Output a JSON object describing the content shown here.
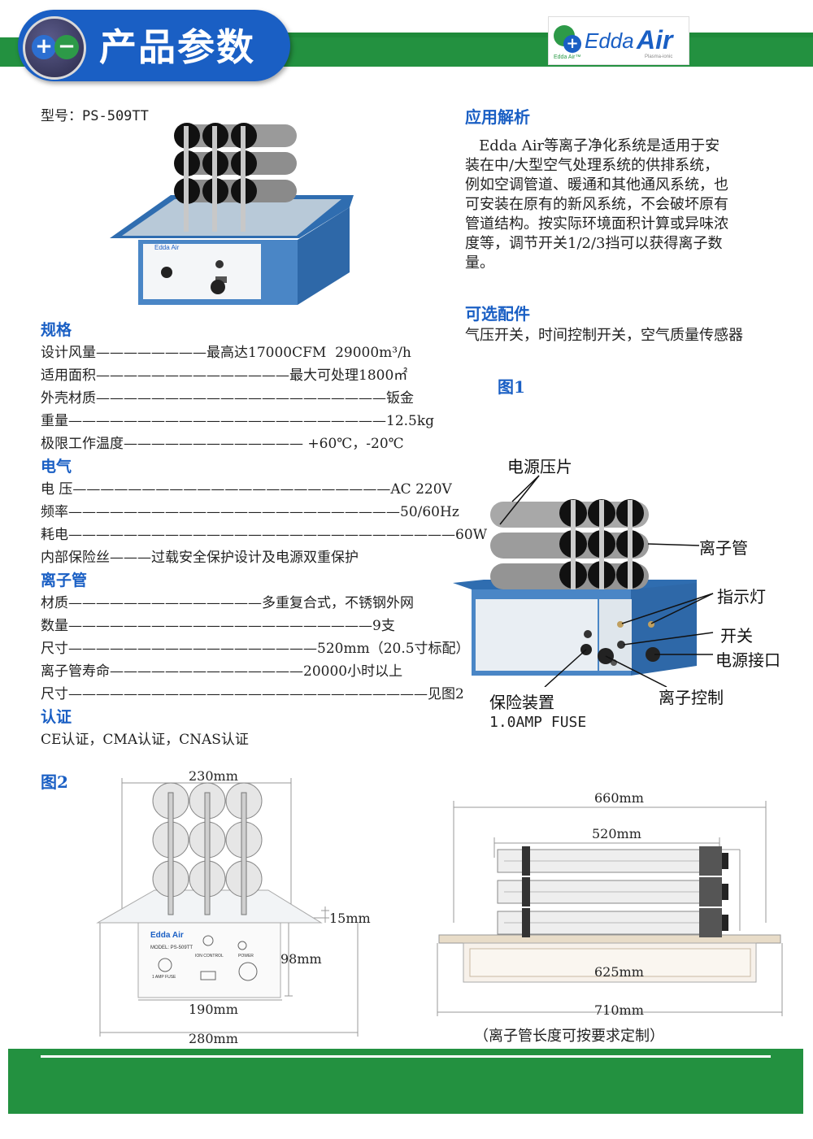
{
  "header": {
    "title": "产品参数",
    "symbol": "+−",
    "logo_brand": "Edda",
    "logo_air": "Air",
    "logo_small": "Edda Air™",
    "logo_tag": "Plasma-ionic"
  },
  "model": "型号：PS-509TT",
  "application": {
    "title": "应用解析",
    "body": [
      "   Edda Air等离子净化系统是适用于安",
      "装在中/大型空气处理系统的供排系统，",
      "例如空调管道、暖通和其他通风系统，也",
      "可安装在原有的新风系统，不会破坏原有",
      "管道结构。按实际环境面积计算或异味浓",
      "度等，调节开关1/2/3挡可以获得离子数",
      "量。"
    ]
  },
  "accessories": {
    "title": "可选配件",
    "body": "气压开关，时间控制开关，空气质量传感器"
  },
  "fig1": {
    "label": "图1",
    "callouts": [
      "电源压片",
      "离子管",
      "指示灯",
      "开关",
      "电源接口",
      "离子控制",
      "保险装置",
      "1.0AMP FUSE"
    ]
  },
  "specs": [
    {
      "type": "h",
      "text": "规格"
    },
    {
      "type": "r",
      "text": "设计风量————————最高达17000CFM  29000m³/h"
    },
    {
      "type": "r",
      "text": "适用面积——————————————最大可处理1800㎡"
    },
    {
      "type": "r",
      "text": "外壳材质—————————————————————钣金"
    },
    {
      "type": "r",
      "text": "重量———————————————————————12.5kg"
    },
    {
      "type": "r",
      "text": "极限工作温度————————————— +60℃，-20℃"
    },
    {
      "type": "h",
      "text": "电气"
    },
    {
      "type": "r",
      "text": "电 压———————————————————————AC 220V"
    },
    {
      "type": "r",
      "text": "频率————————————————————————50/60Hz"
    },
    {
      "type": "r",
      "text": "耗电————————————————————————————60W"
    },
    {
      "type": "r",
      "text": "内部保险丝———过载安全保护设计及电源双重保护"
    },
    {
      "type": "h",
      "text": "离子管"
    },
    {
      "type": "r",
      "text": "材质——————————————多重复合式，不锈钢外网"
    },
    {
      "type": "r",
      "text": "数量——————————————————————9支"
    },
    {
      "type": "r",
      "text": "尺寸——————————————————520mm（20.5寸标配）"
    },
    {
      "type": "r",
      "text": "离子管寿命——————————————20000小时以上"
    },
    {
      "type": "r",
      "text": "尺寸——————————————————————————见图2"
    },
    {
      "type": "h",
      "text": "认证"
    },
    {
      "type": "r",
      "text": "CE认证，CMA认证，CNAS认证"
    }
  ],
  "fig2": {
    "label": "图2",
    "front_dims": [
      "230mm",
      "15mm",
      "98mm",
      "190mm",
      "280mm"
    ],
    "side_dims": [
      "660mm",
      "520mm",
      "625mm",
      "710mm"
    ],
    "note": "（离子管长度可按要求定制）"
  },
  "unit_panel": {
    "brand": "Edda Air",
    "model": "MODEL: PS-509TT",
    "fuse": "1 AMP FUSE",
    "control": "ION CONTROL",
    "power": "POWER"
  },
  "colors": {
    "green": "#239140",
    "blue": "#1a5fc4",
    "unit_blue": "#3f7fc0"
  }
}
